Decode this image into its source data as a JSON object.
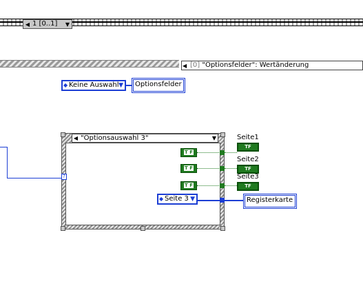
{
  "sequence": {
    "frame_label": "1 [0..1]"
  },
  "event_case": {
    "index": "[0]",
    "label": "\"Optionsfelder\": Wertänderung"
  },
  "enum_constant": {
    "value": "Keine Auswahl"
  },
  "control": {
    "label": "Optionsfelder"
  },
  "case_structure": {
    "selector_label": "\"Optionsauswahl 3\""
  },
  "booleans": [
    "T F",
    "T F",
    "T F"
  ],
  "indicators": [
    {
      "label": "Seite1",
      "text": "TF"
    },
    {
      "label": "Seite2",
      "text": "TF"
    },
    {
      "label": "Seite3",
      "text": "TF"
    }
  ],
  "tab_enum": {
    "value": "Seite 3"
  },
  "tab_control": {
    "label": "Registerkarte"
  },
  "colors": {
    "enum_wire": "#1c3ed4",
    "bool_wire": "#1f7a1f",
    "frame": "#8c8c8c"
  }
}
